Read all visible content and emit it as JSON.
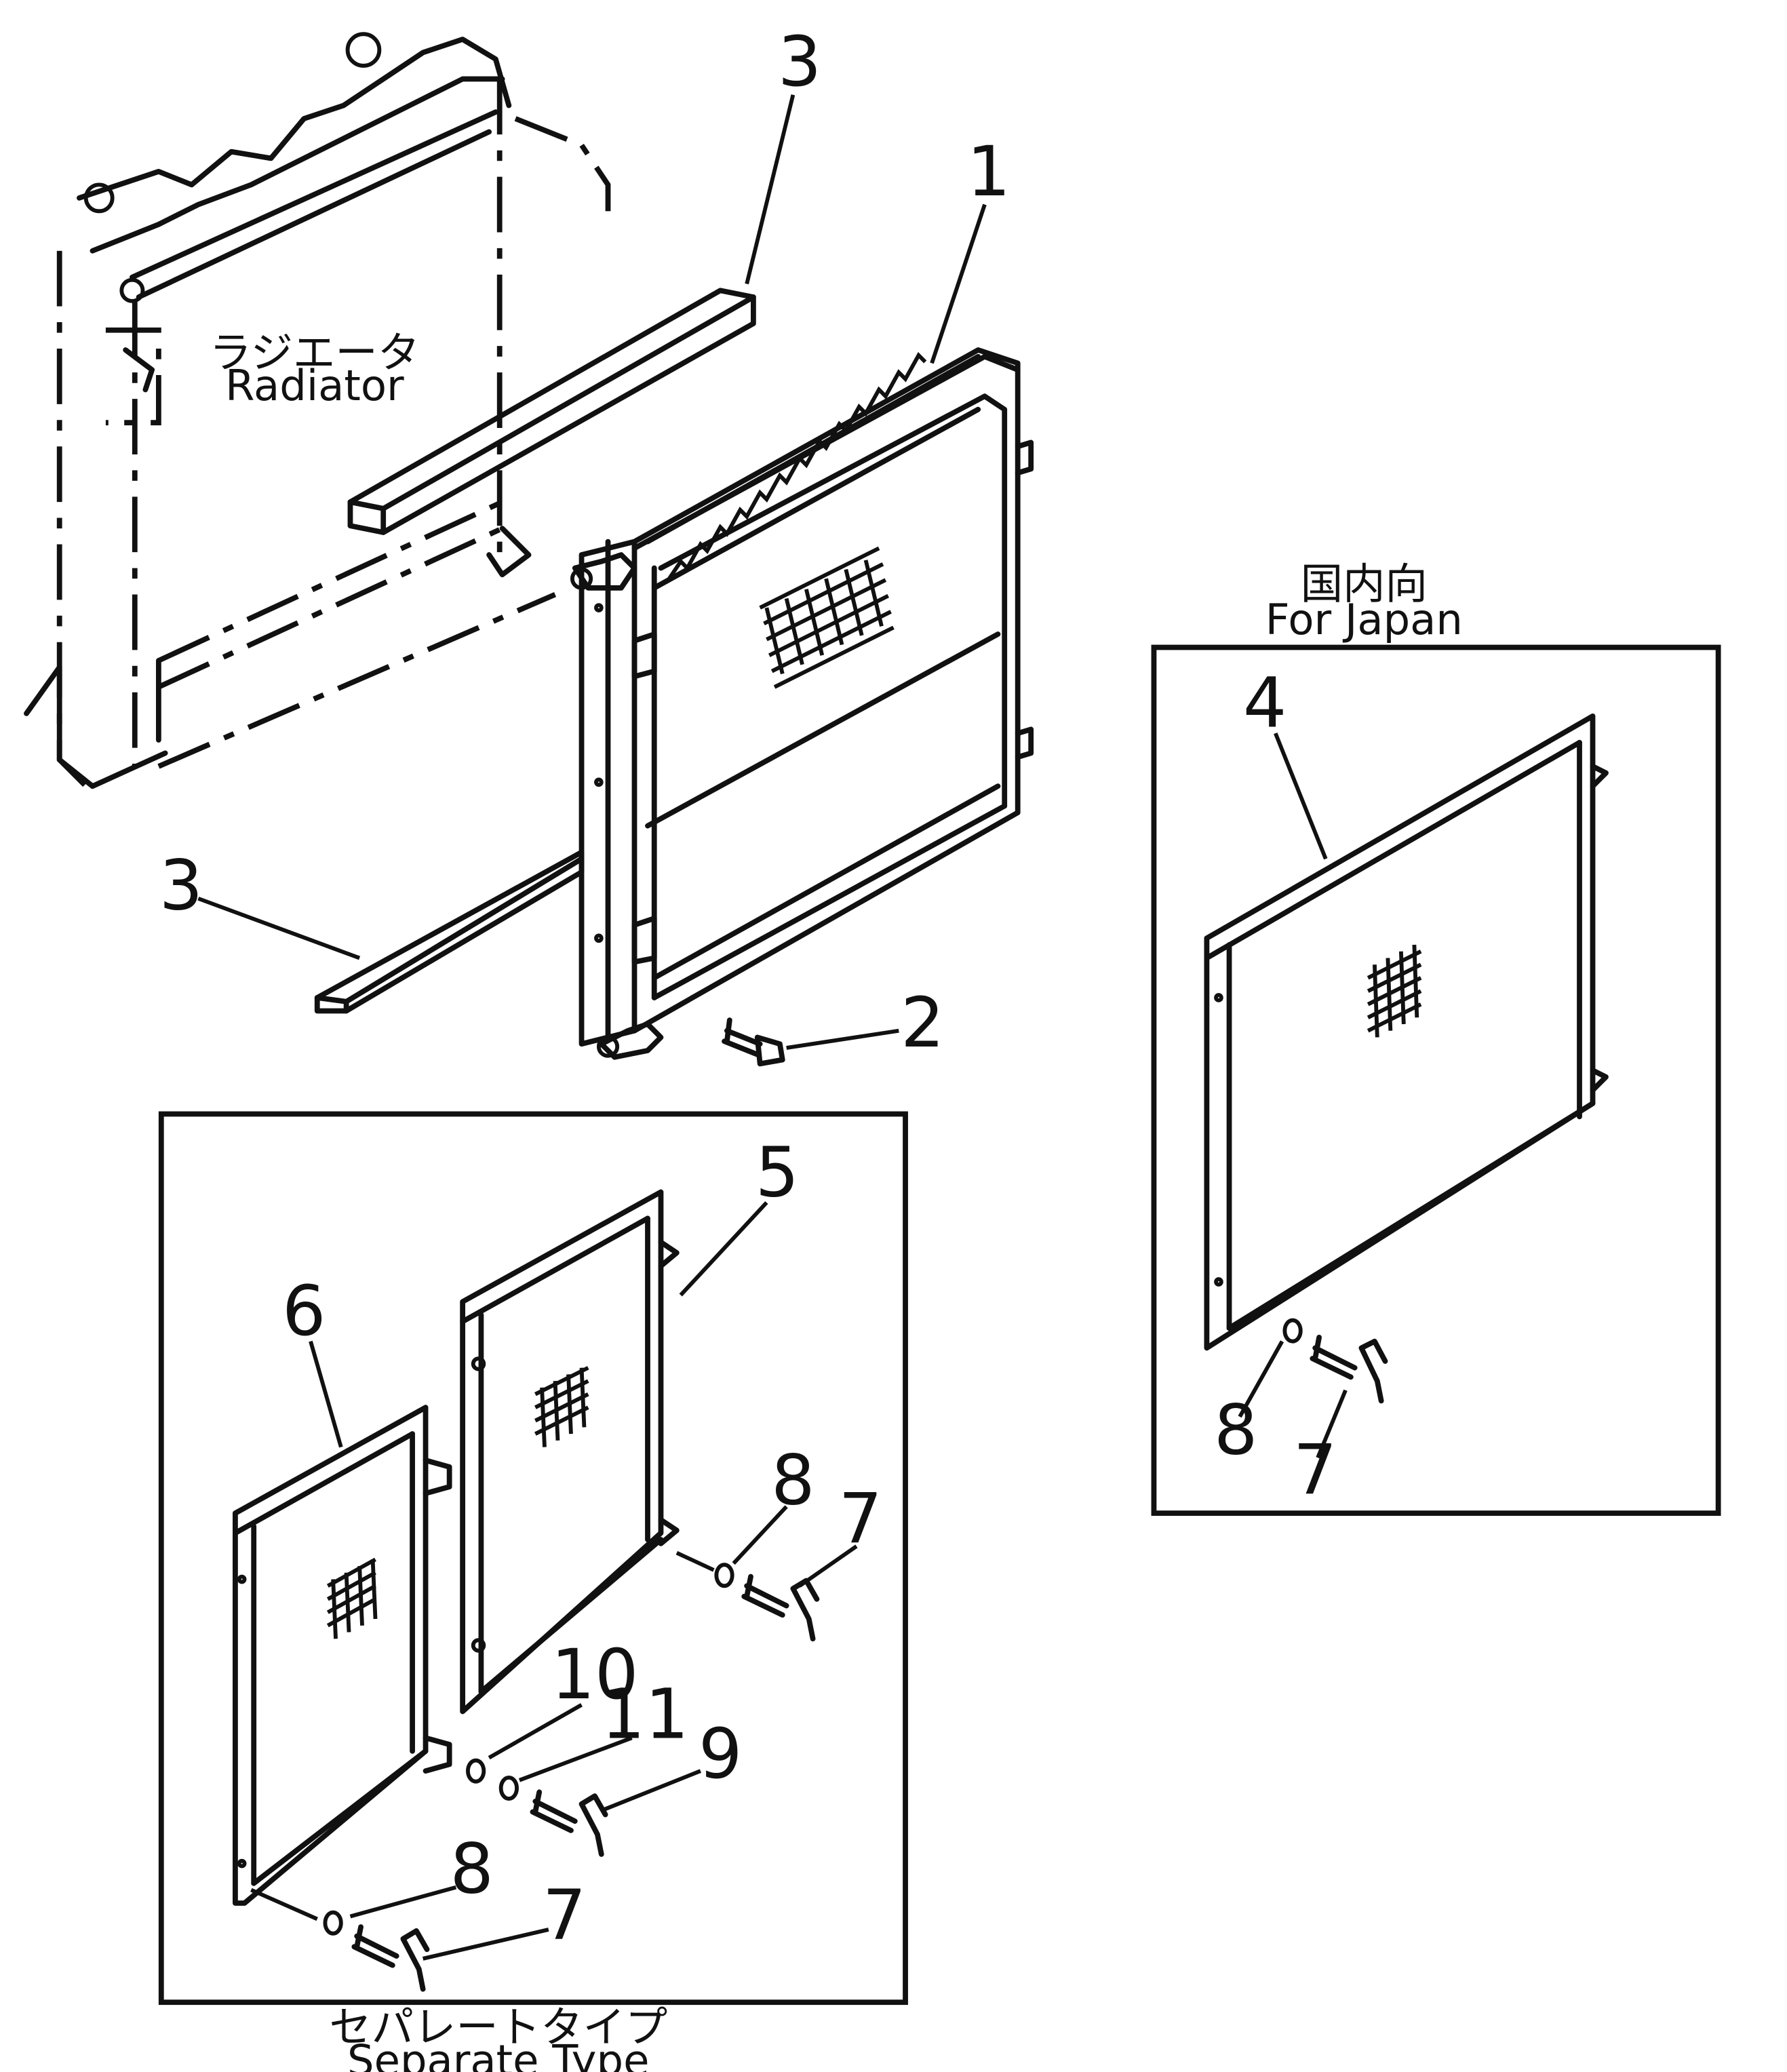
{
  "labels": {
    "radiator_jp": "ラジエータ",
    "radiator_en": "Radiator",
    "japan_jp": "国内向",
    "japan_en": "For Japan",
    "separate_jp": "セパレートタイプ",
    "separate_en": "Separate Type"
  },
  "callouts": {
    "c1": "1",
    "c2": "2",
    "c3_top": "3",
    "c3_bottom": "3",
    "c4": "4",
    "c5": "5",
    "c6": "6",
    "c7_japan": "7",
    "c8_japan": "8",
    "c7_upper": "7",
    "c8_upper": "8",
    "c10": "10",
    "c11": "11",
    "c9": "9",
    "c8_lower": "8",
    "c7_lower": "7"
  }
}
